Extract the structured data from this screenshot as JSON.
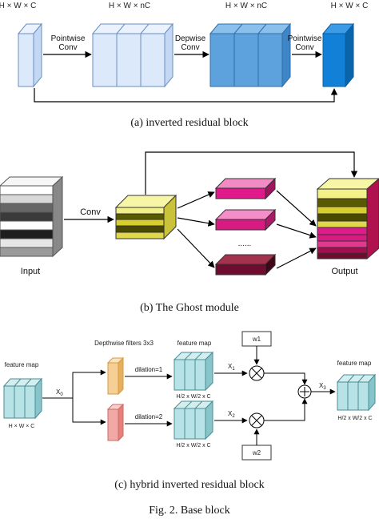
{
  "panel_a": {
    "dims": [
      "H × W × C",
      "H × W × nC",
      "H × W × nC",
      "H × W × C"
    ],
    "op1": [
      "Pointwise",
      "Conv"
    ],
    "op2": [
      "Depwise",
      "Conv"
    ],
    "op3": [
      "Pointwise",
      "Conv"
    ],
    "caption": "(a) inverted residual block"
  },
  "panel_b": {
    "conv": "Conv",
    "input": "Input",
    "output": "Output",
    "dots": "......",
    "caption": "(b) The Ghost module"
  },
  "panel_c": {
    "fm_left": "feature map",
    "fm_left_dim": "H × W × C",
    "x0": "X",
    "x0_sub": "0",
    "dw_label": "Depthwise filters 3x3",
    "dil1": "dilation=1",
    "dil2": "dilation=2",
    "fm_mid": "feature map",
    "mid_dim1": "H/2 x W/2 x C",
    "mid_dim2": "H/2 x W/2 x C",
    "x1": "X",
    "x1_sub": "1",
    "x2": "X",
    "x2_sub": "2",
    "w1": "w1",
    "w2": "w2",
    "x3": "X",
    "x3_sub": "3",
    "fm_right": "feature map",
    "fm_right_dim": "H/2 x W/2 x C",
    "caption": "(c) hybrid inverted residual block"
  },
  "figure_caption": "Fig. 2.   Base block",
  "colors": {
    "pale_blue": "#dce9fb",
    "mid_blue": "#5da2dd",
    "deep_blue": "#1180d6",
    "yellow": "#f3f08a",
    "olive": "#5a5a00",
    "magenta": "#e01a8a",
    "dark_red": "#6e0b2e",
    "teal": "#b7e2e6",
    "orange": "#f6cf94",
    "pink": "#f2a9a5"
  }
}
